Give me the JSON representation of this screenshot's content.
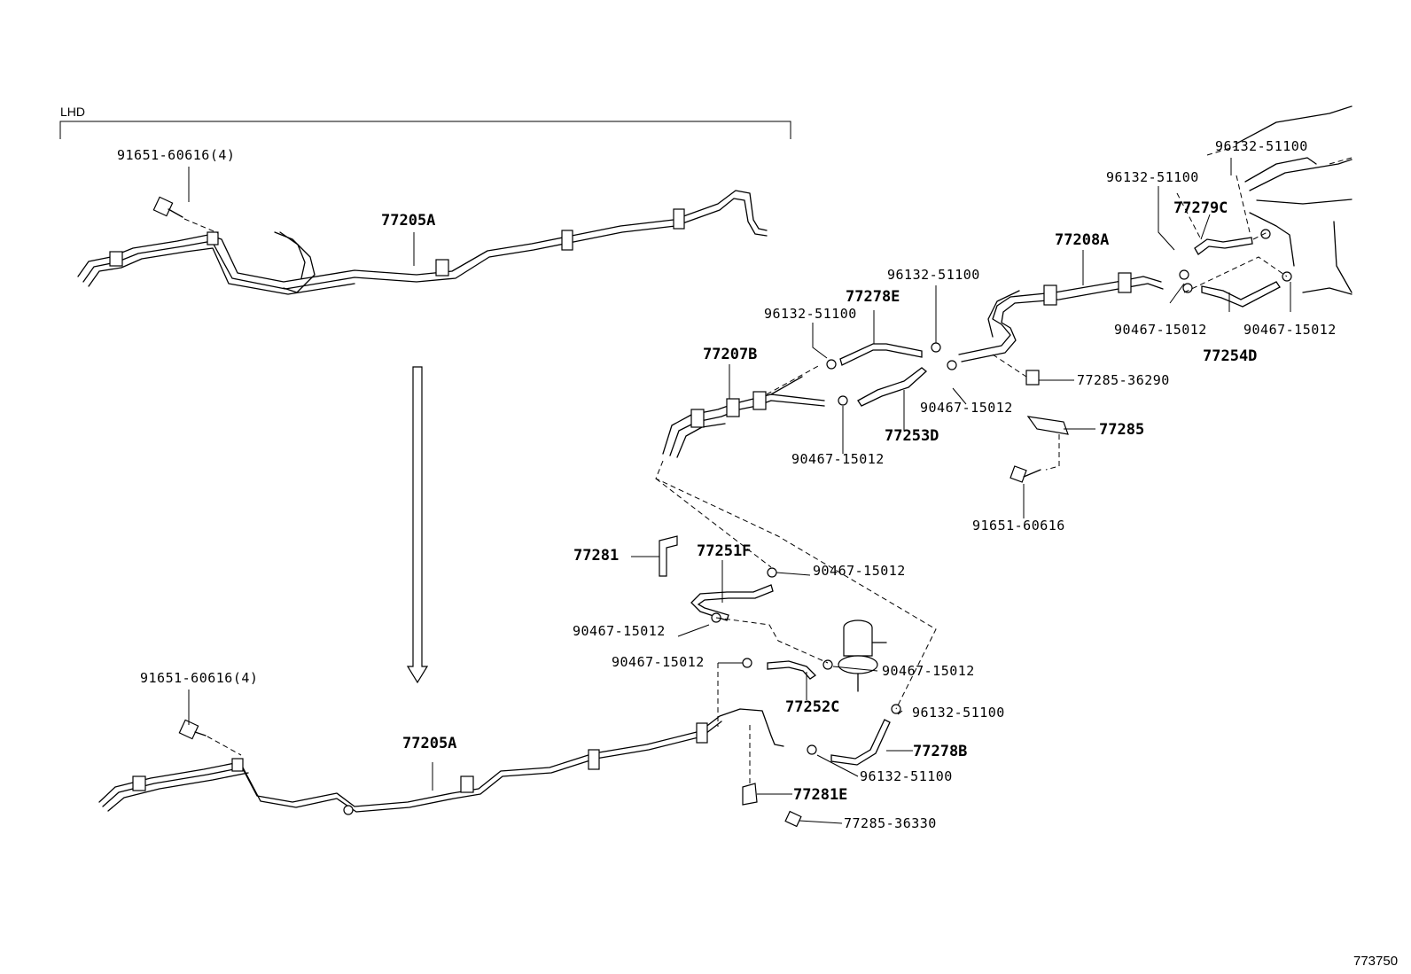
{
  "group_label": "LHD",
  "reference_number": "773750",
  "callouts": {
    "c1": "91651-60616(4)",
    "c2": "77205A",
    "c3": "96132-51100",
    "c4": "96132-51100",
    "c5": "77279C",
    "c6": "77208A",
    "c7": "96132-51100",
    "c8": "77278E",
    "c9": "96132-51100",
    "c10": "90467-15012",
    "c11": "90467-15012",
    "c12": "77254D",
    "c13": "77207B",
    "c14": "77285-36290",
    "c15": "90467-15012",
    "c16": "77253D",
    "c17": "77285",
    "c18": "90467-15012",
    "c19": "91651-60616",
    "c20": "77281",
    "c21": "77251F",
    "c22": "90467-15012",
    "c23": "90467-15012",
    "c24": "90467-15012",
    "c25": "90467-15012",
    "c26": "91651-60616(4)",
    "c27": "77252C",
    "c28": "96132-51100",
    "c29": "77205A",
    "c30": "77278B",
    "c31": "96132-51100",
    "c32": "77281E",
    "c33": "77285-36330"
  }
}
